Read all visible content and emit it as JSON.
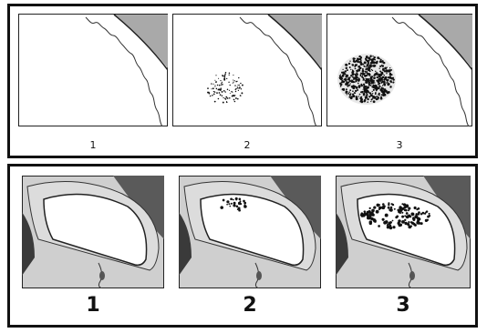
{
  "top_row": {
    "stages": [
      {
        "label": "1"
      },
      {
        "label": "2"
      },
      {
        "label": "3"
      }
    ]
  },
  "bottom_row": {
    "stages": [
      {
        "label": "1"
      },
      {
        "label": "2"
      },
      {
        "label": "3"
      }
    ]
  },
  "colors": {
    "border": "#111111",
    "shade": "#a9a9a9",
    "dark": "#3a3a3a",
    "mid": "#cfcfcf"
  }
}
